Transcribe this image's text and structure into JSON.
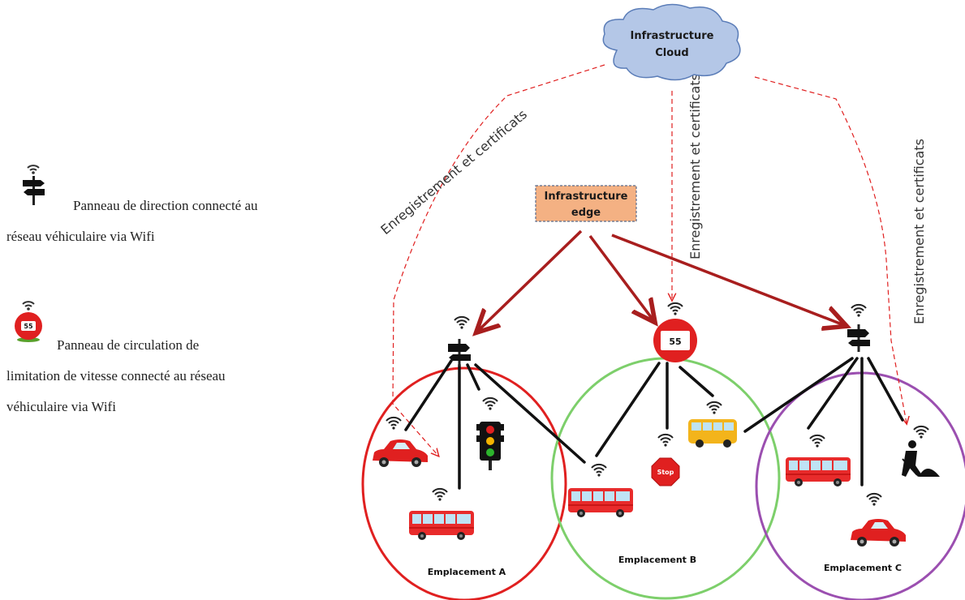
{
  "legend": {
    "direction_sign": {
      "line1": "Panneau de direction connecté au",
      "line2": "réseau véhiculaire via Wifi"
    },
    "speed_sign": {
      "line1": "Panneau de circulation de",
      "line2": "limitation de vitesse connecté au réseau",
      "line3": "véhiculaire via Wifi",
      "sign_value": "55"
    }
  },
  "diagram": {
    "cloud": {
      "line1": "Infrastructure",
      "line2": "Cloud",
      "color": "#b4c7e7"
    },
    "edge": {
      "line1": "Infrastructure",
      "line2": "edge",
      "color": "#f4b183"
    },
    "link_labels": [
      "Enregistrement et certificats",
      "Enregistrement et certificats",
      "Enregistrement et certificats"
    ],
    "speed_sign_value": "55",
    "stop_text": "Stop",
    "locations": [
      {
        "label": "Emplacement A",
        "color": "#e02020"
      },
      {
        "label": "Emplacement B",
        "color": "#7dcf6b"
      },
      {
        "label": "Emplacement C",
        "color": "#9b4fb0"
      }
    ],
    "colors": {
      "edge_arrow": "#a81e1e",
      "cloud_link": "#e02020"
    }
  }
}
